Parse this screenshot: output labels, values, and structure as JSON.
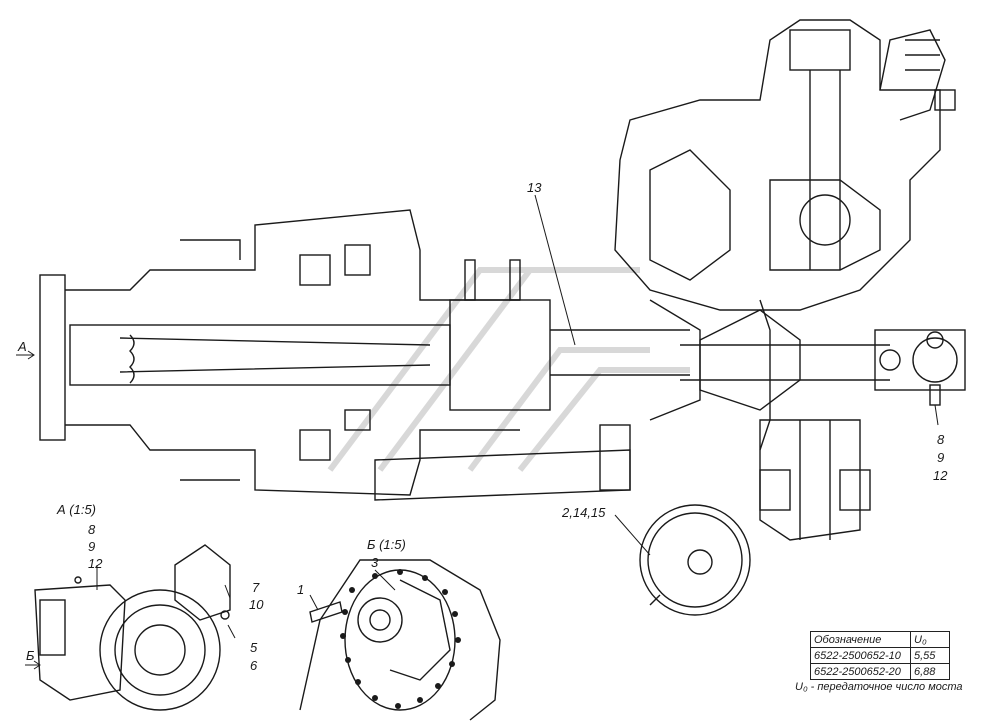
{
  "labels": {
    "a_arrow": "А",
    "pos_13": "13",
    "pos_8_r": "8",
    "pos_9_r": "9",
    "pos_12_r": "12",
    "pos_2_14_15": "2,14,15",
    "view_a": "А (1:5)",
    "pos_8_l": "8",
    "pos_9_l": "9",
    "pos_12_l": "12",
    "b_arrow": "Б",
    "pos_7": "7",
    "pos_10": "10",
    "pos_5": "5",
    "pos_6": "6",
    "view_b": "Б (1:5)",
    "pos_3": "3",
    "pos_1": "1"
  },
  "table": {
    "header": [
      "Обозначение",
      "U₀"
    ],
    "rows": [
      [
        "6522-2500652-10",
        "5,55"
      ],
      [
        "6522-2500652-20",
        "6,88"
      ]
    ],
    "note": "U₀ - передаточное число моста"
  },
  "colors": {
    "ink": "#1a1a1a",
    "watermark": "#bdbdbd"
  }
}
